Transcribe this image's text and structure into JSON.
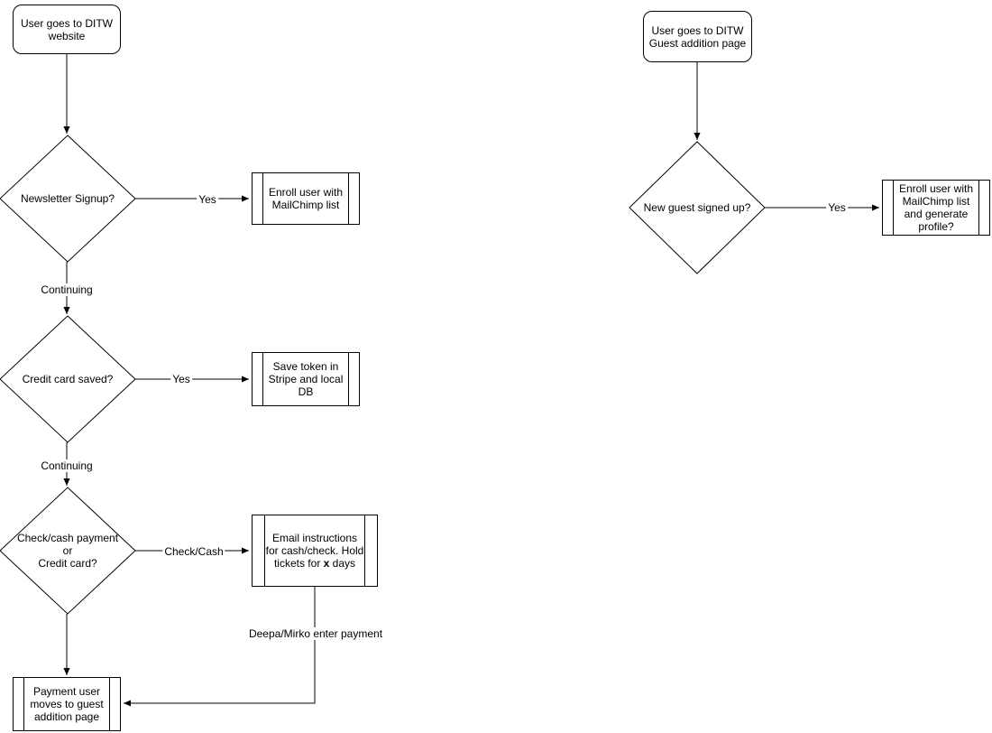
{
  "colors": {
    "stroke": "#000000",
    "shape_fill": "#ffffff",
    "text": "#000000",
    "canvas": "#ffffff"
  },
  "left_flow": {
    "start": {
      "lines": [
        "User goes to DITW",
        "website"
      ]
    },
    "decision_newsletter": {
      "label": "Newsletter Signup?"
    },
    "edge_newsletter_yes": {
      "label": "Yes"
    },
    "process_enroll": {
      "lines": [
        "Enroll user with",
        "MailChimp list"
      ]
    },
    "edge_continuing_1": {
      "label": "Continuing"
    },
    "decision_credit_card": {
      "label": "Credit card saved?"
    },
    "edge_credit_yes": {
      "label": "Yes"
    },
    "process_save_token": {
      "lines": [
        "Save token in",
        "Stripe and local",
        "DB"
      ]
    },
    "edge_continuing_2": {
      "label": "Continuing"
    },
    "decision_payment": {
      "lines": [
        "Check/cash payment",
        "or",
        "Credit card?"
      ]
    },
    "edge_check_cash": {
      "label": "Check/Cash"
    },
    "process_email": {
      "lines": [
        "Email instructions",
        "for cash/check. Hold"
      ],
      "line3_pre": "tickets for ",
      "line3_bold": "x",
      "line3_post": " days"
    },
    "edge_deepa": {
      "label": "Deepa/Mirko enter payment"
    },
    "process_payment_user": {
      "lines": [
        "Payment user",
        "moves to guest",
        "addition page"
      ]
    }
  },
  "right_flow": {
    "start": {
      "lines": [
        "User goes to DITW",
        "Guest addition page"
      ]
    },
    "decision_new_guest": {
      "label": "New guest signed up?"
    },
    "edge_new_guest_yes": {
      "label": "Yes"
    },
    "process_enroll_profile": {
      "lines": [
        "Enroll user with",
        "MailChimp list",
        "and generate",
        "profile?"
      ]
    }
  }
}
